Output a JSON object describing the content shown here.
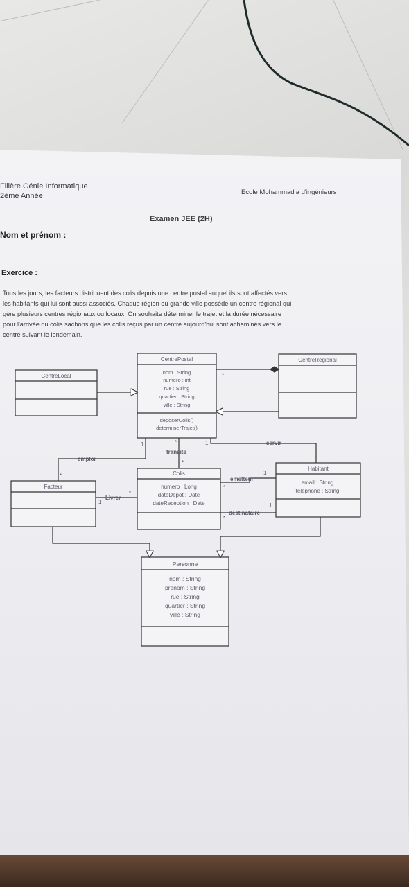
{
  "header": {
    "left_line1": "Filière Génie Informatique",
    "left_line2": "2ème Année",
    "right": "Ecole Mohammadia d'ingénieurs"
  },
  "title": "Examen JEE (2H)",
  "name_label": "Nom et prénom :",
  "exercise_label": "Exercice :",
  "paragraph": [
    "Tous les jours, les facteurs distribuent des colis depuis une centre postal auquel ils sont affectés vers",
    "les habitants qui lui sont aussi associés. Chaque région ou grande ville possède un centre régional qui",
    "gère plusieurs centres régionaux ou locaux. On souhaite déterminer le trajet et la durée nécessaire",
    "pour l'arrivée du colis sachons que les colis reçus par un centre aujourd'hui sont acheminés vers le",
    "centre suivant le lendemain."
  ],
  "diagram": {
    "classes": {
      "centre_postal": {
        "name": "CentrePostal",
        "attributes": [
          "nom : String",
          "numero : int",
          "rue : String",
          "quartier : String",
          "ville : String"
        ],
        "methods": [
          "deposerColis()",
          "determinerTrajet()"
        ]
      },
      "centre_local": {
        "name": "CentreLocal"
      },
      "centre_regional": {
        "name": "CentreRegional"
      },
      "colis": {
        "name": "Colis",
        "attributes": [
          "numero : Long",
          "dateDepot : Date",
          "dateReception : Date"
        ]
      },
      "facteur": {
        "name": "Facteur"
      },
      "habitant": {
        "name": "Habitant",
        "attributes": [
          "email : String",
          "telephone : String"
        ]
      },
      "personne": {
        "name": "Personne",
        "attributes": [
          "nom : String",
          "prenom : String",
          "rue : String",
          "quartier : String",
          "ville : String"
        ]
      }
    },
    "associations": {
      "emploi": "emploi",
      "transite": "transite",
      "servir": "servir",
      "livrer": "Livrer",
      "emetteur": "emetteur",
      "destinataire": "destinataire"
    },
    "multiplicities": {
      "one": "1",
      "many": "*"
    }
  }
}
